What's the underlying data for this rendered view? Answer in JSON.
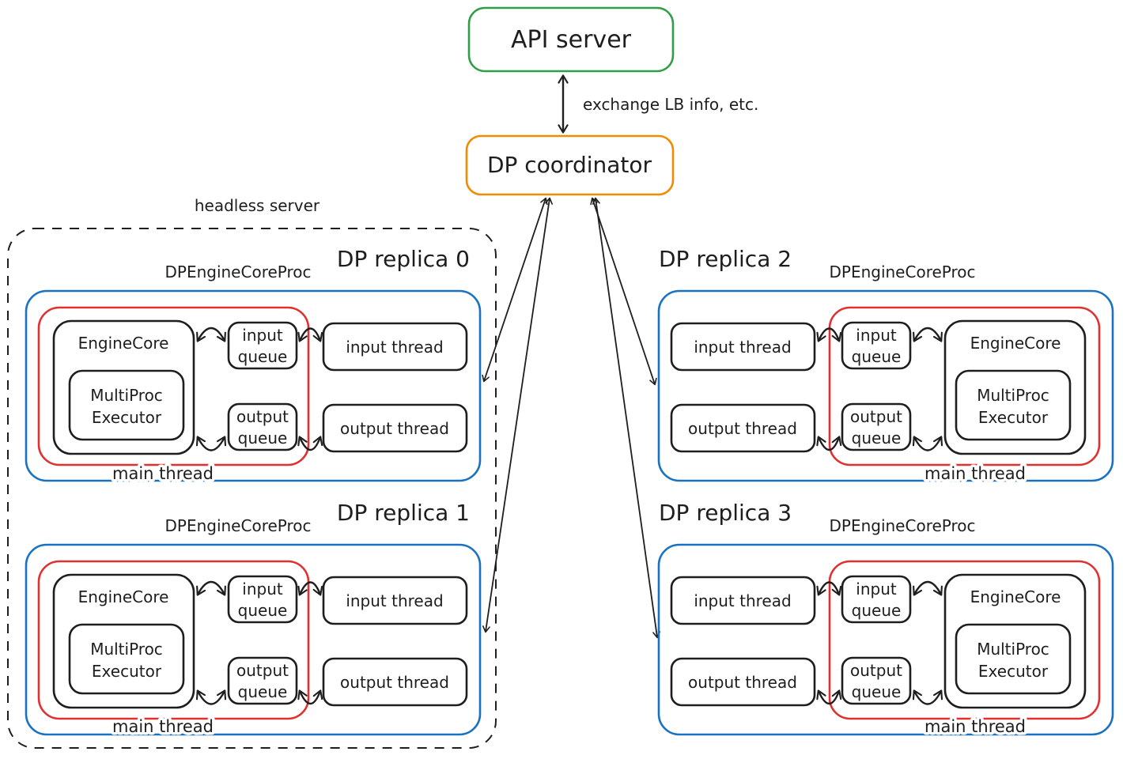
{
  "colors": {
    "green": "#2f9e44",
    "orange": "#f08c00",
    "blue": "#1971c2",
    "red": "#e03131",
    "ink": "#1e1e1e",
    "background": "#ffffff"
  },
  "api_server": {
    "label": "API server"
  },
  "coordinator": {
    "label": "DP coordinator"
  },
  "arrows": {
    "exchange_label": "exchange LB info, etc."
  },
  "headless_server": {
    "label": "headless server"
  },
  "shared": {
    "proc_label": "DPEngineCoreProc",
    "main_thread_label": "main thread",
    "engine_core_label": "EngineCore",
    "multiproc_line1": "MultiProc",
    "multiproc_line2": "Executor",
    "input_queue_line1": "input",
    "input_queue_line2": "queue",
    "output_queue_line1": "output",
    "output_queue_line2": "queue",
    "input_thread_label": "input thread",
    "output_thread_label": "output thread"
  },
  "replicas": [
    {
      "title": "DP replica 0"
    },
    {
      "title": "DP replica 1"
    },
    {
      "title": "DP replica 2"
    },
    {
      "title": "DP replica 3"
    }
  ]
}
